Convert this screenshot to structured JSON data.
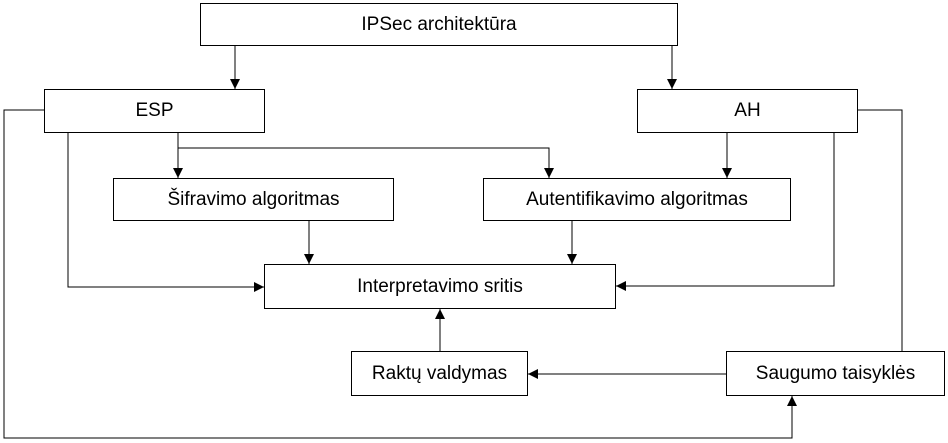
{
  "nodes": {
    "ipsec": "IPSec architektūra",
    "esp": "ESP",
    "ah": "AH",
    "sifravimo": "Šifravimo algoritmas",
    "autentifikavimo": "Autentifikavimo algoritmas",
    "interpretavimo": "Interpretavimo sritis",
    "raktu": "Raktų valdymas",
    "saugumo": "Saugumo taisyklės"
  },
  "colors": {
    "stroke": "#000000",
    "background": "#ffffff"
  }
}
